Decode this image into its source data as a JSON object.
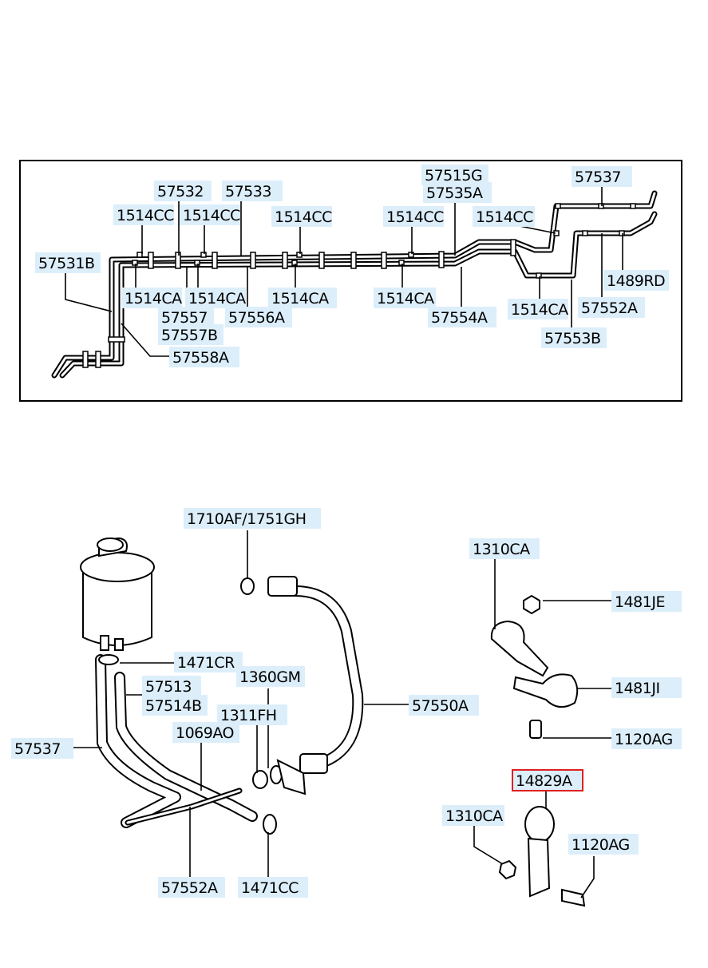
{
  "top_labels": [
    {
      "id": "t1",
      "text": "57532"
    },
    {
      "id": "t2",
      "text": "57533"
    },
    {
      "id": "t3",
      "text": "57515G"
    },
    {
      "id": "t4",
      "text": "57535A"
    },
    {
      "id": "t5",
      "text": "57537"
    },
    {
      "id": "t6",
      "text": "1514CC"
    },
    {
      "id": "t7",
      "text": "1514CC"
    },
    {
      "id": "t8",
      "text": "1514CC"
    },
    {
      "id": "t9",
      "text": "1514CC"
    },
    {
      "id": "t10",
      "text": "1514CC"
    },
    {
      "id": "t11",
      "text": "57531B"
    },
    {
      "id": "t12",
      "text": "1514CA"
    },
    {
      "id": "t13",
      "text": "1514CA"
    },
    {
      "id": "t14",
      "text": "1514CA"
    },
    {
      "id": "t15",
      "text": "1514CA"
    },
    {
      "id": "t16",
      "text": "1514CA"
    },
    {
      "id": "t17",
      "text": "57552A"
    },
    {
      "id": "t18",
      "text": "1489RD"
    },
    {
      "id": "t19",
      "text": "57557"
    },
    {
      "id": "t20",
      "text": "57557B"
    },
    {
      "id": "t21",
      "text": "57556A"
    },
    {
      "id": "t22",
      "text": "57554A"
    },
    {
      "id": "t23",
      "text": "57553B"
    },
    {
      "id": "t24",
      "text": "57558A"
    }
  ],
  "bottom_labels": [
    {
      "id": "b1",
      "text": "1710AF/1751GH"
    },
    {
      "id": "b2",
      "text": "1310CA"
    },
    {
      "id": "b3",
      "text": "1481JE"
    },
    {
      "id": "b4",
      "text": "1471CR"
    },
    {
      "id": "b5",
      "text": "57513"
    },
    {
      "id": "b6",
      "text": "57514B"
    },
    {
      "id": "b7",
      "text": "1360GM"
    },
    {
      "id": "b8",
      "text": "1481JI"
    },
    {
      "id": "b9",
      "text": "57550A"
    },
    {
      "id": "b10",
      "text": "1311FH"
    },
    {
      "id": "b11",
      "text": "1069AO"
    },
    {
      "id": "b12",
      "text": "57537"
    },
    {
      "id": "b13",
      "text": "1120AG"
    },
    {
      "id": "b14",
      "text": "14829A"
    },
    {
      "id": "b15",
      "text": "1310CA"
    },
    {
      "id": "b16",
      "text": "1120AG"
    },
    {
      "id": "b17",
      "text": "57552A"
    },
    {
      "id": "b18",
      "text": "1471CC"
    }
  ],
  "highlighted_part": "14829A",
  "highlight_color": "#e02020",
  "label_bg_color": "#dceefa"
}
